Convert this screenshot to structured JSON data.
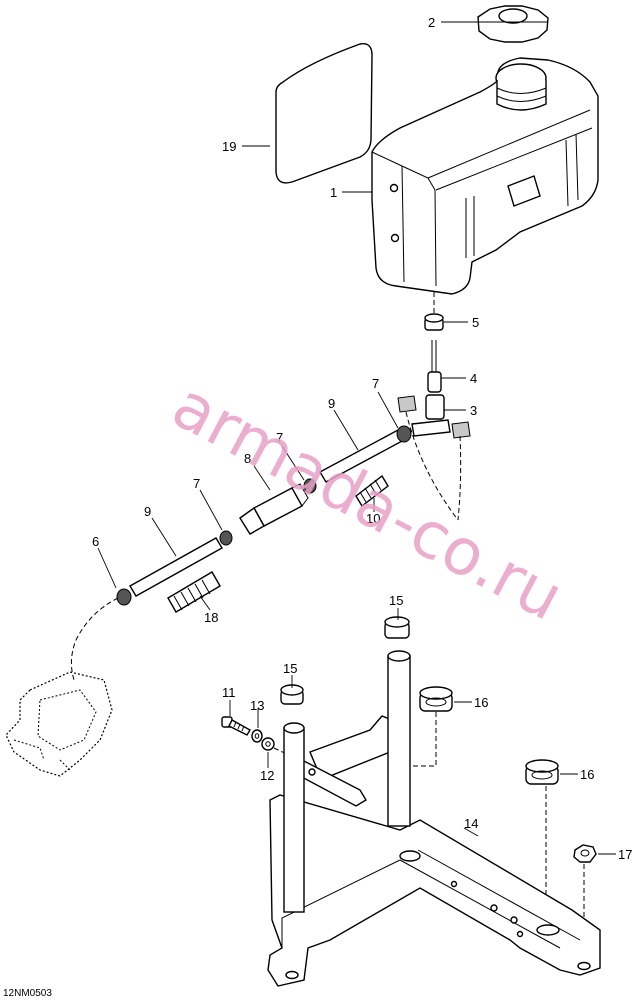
{
  "diagram_code": "12NM0503",
  "watermark": "armada-co.ru",
  "callouts": {
    "c1": "1",
    "c2": "2",
    "c3": "3",
    "c4": "4",
    "c5": "5",
    "c6": "6",
    "c7a": "7",
    "c7b": "7",
    "c7c": "7",
    "c8": "8",
    "c9a": "9",
    "c9b": "9",
    "c10": "10",
    "c11": "11",
    "c12": "12",
    "c13": "13",
    "c14": "14",
    "c15a": "15",
    "c15b": "15",
    "c16a": "16",
    "c16b": "16",
    "c17": "17",
    "c18": "18",
    "c19": "19"
  }
}
